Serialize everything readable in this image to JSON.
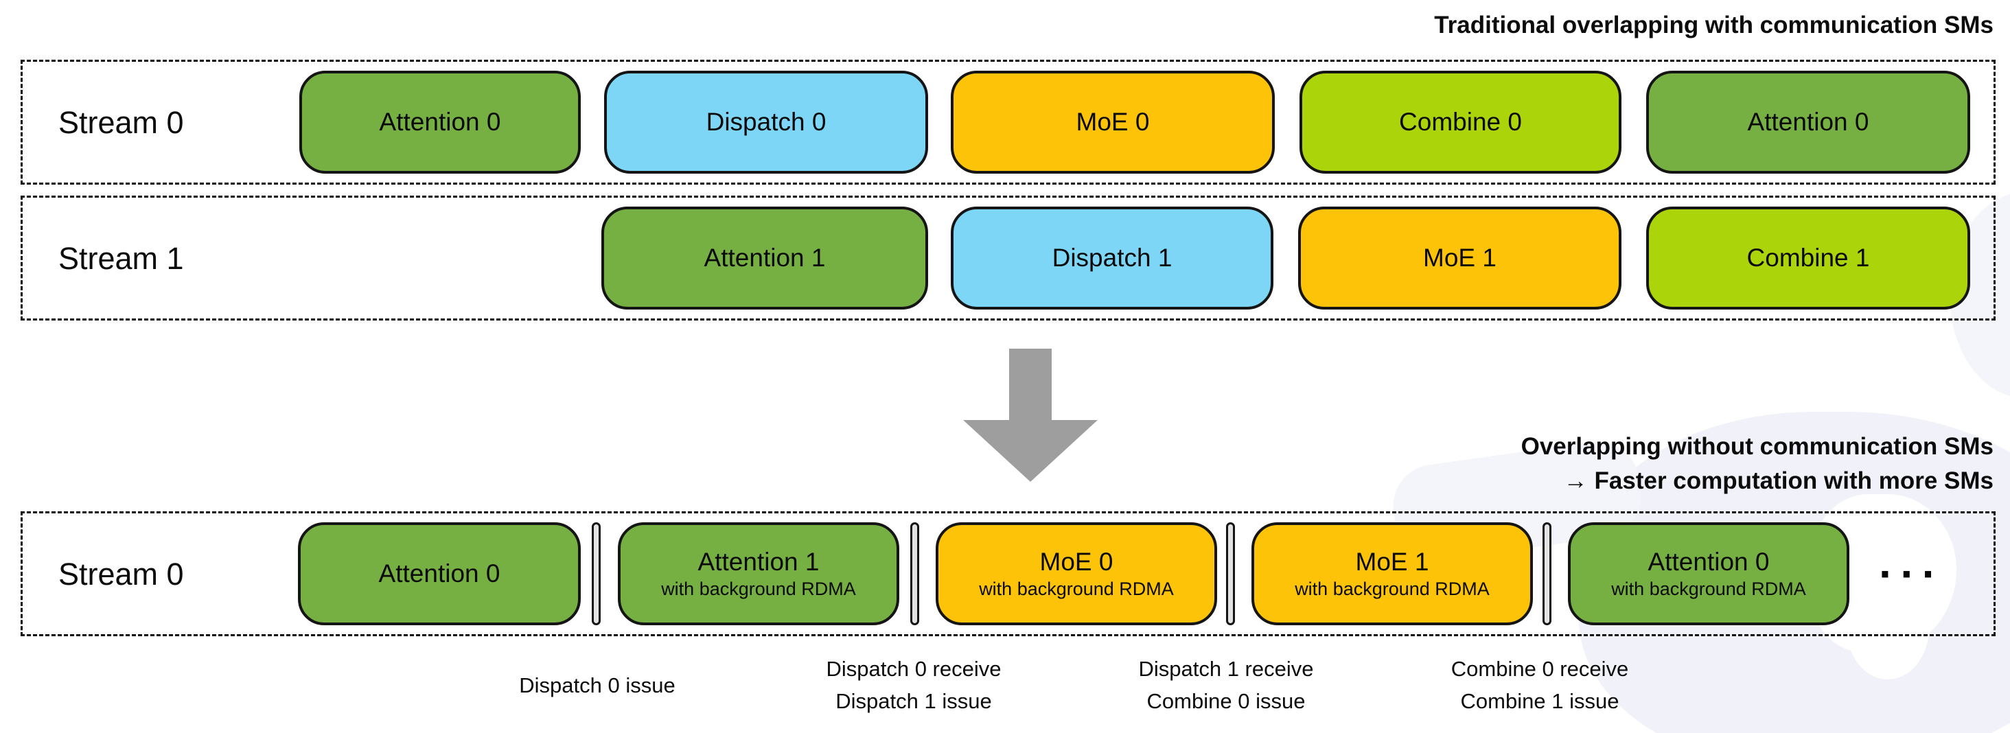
{
  "colors": {
    "attention_green": "#76b043",
    "dispatch_blue": "#7ed6f7",
    "moe_yellow": "#fcc308",
    "combine_lime": "#acd40b",
    "arrow_gray": "#9e9e9e",
    "separator_gray": "#e3e3e3",
    "border_black": "#151515",
    "watermark": "#f1f2f9"
  },
  "top": {
    "title": "Traditional overlapping with communication SMs",
    "rows": [
      {
        "label": "Stream 0",
        "blocks": [
          {
            "text": "Attention 0",
            "type": "attention"
          },
          {
            "text": "Dispatch 0",
            "type": "dispatch"
          },
          {
            "text": "MoE 0",
            "type": "moe"
          },
          {
            "text": "Combine 0",
            "type": "combine"
          },
          {
            "text": "Attention 0",
            "type": "attention"
          }
        ]
      },
      {
        "label": "Stream 1",
        "blocks": [
          {
            "text": "Attention 1",
            "type": "attention"
          },
          {
            "text": "Dispatch 1",
            "type": "dispatch"
          },
          {
            "text": "MoE 1",
            "type": "moe"
          },
          {
            "text": "Combine 1",
            "type": "combine"
          }
        ]
      }
    ]
  },
  "bottom": {
    "title_line1": "Overlapping without communication SMs",
    "title_line2": "→ Faster computation with more SMs",
    "row": {
      "label": "Stream 0",
      "blocks": [
        {
          "text": "Attention 0",
          "sub": "",
          "type": "attention"
        },
        {
          "text": "Attention 1",
          "sub": "with background RDMA",
          "type": "attention"
        },
        {
          "text": "MoE 0",
          "sub": "with background RDMA",
          "type": "moe"
        },
        {
          "text": "MoE 1",
          "sub": "with background RDMA",
          "type": "moe"
        },
        {
          "text": "Attention 0",
          "sub": "with background RDMA",
          "type": "attention"
        }
      ],
      "ellipsis": "···"
    },
    "annotations": [
      {
        "line1": "Dispatch 0 issue",
        "line2": ""
      },
      {
        "line1": "Dispatch 0 receive",
        "line2": "Dispatch 1 issue"
      },
      {
        "line1": "Dispatch 1 receive",
        "line2": "Combine 0 issue"
      },
      {
        "line1": "Combine 0 receive",
        "line2": "Combine 1 issue"
      }
    ]
  }
}
